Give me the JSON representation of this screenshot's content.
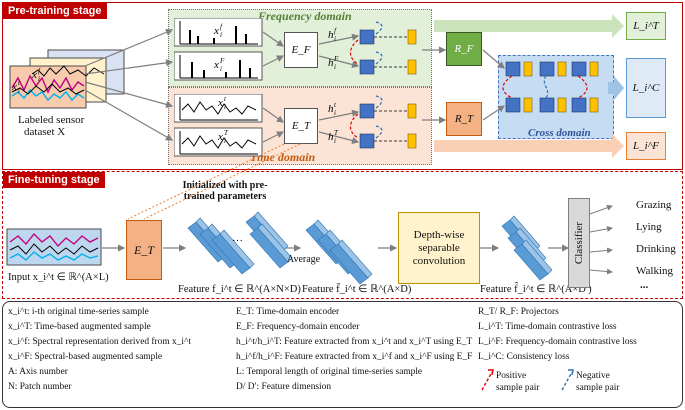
{
  "stages": {
    "pretraining": "Pre-training stage",
    "finetuning": "Fine-tuning stage"
  },
  "domains": {
    "frequency": "Frequency domain",
    "time": "Time domain",
    "cross": "Cross domain"
  },
  "pretraining": {
    "dataset_label_1": "Labeled sensor",
    "dataset_label_2": "dataset X",
    "encoder_freq": "E_F",
    "encoder_time": "E_T",
    "projector_freq": "R_F",
    "projector_time": "R_T",
    "losses": [
      "L_i^T",
      "L_i^C",
      "L_i^F"
    ]
  },
  "finetuning": {
    "init_note": "Initialized with pre-trained parameters",
    "input_label": "Input x_i^t ∈ ℝ^(A×L)",
    "encoder": "E_T",
    "feature_1": "Feature f_i^t ∈ ℝ^(A×N×D)",
    "average": "Average",
    "feature_2": "Feature f̄_i^t ∈ ℝ^(A×D)",
    "conv_label": "Depth-wise separable convolution",
    "feature_3": "Feature f̂_i^t ∈ ℝ^(A×D′)",
    "classifier": "Classifier",
    "classes": [
      "Grazing",
      "Lying",
      "Drinking",
      "Walking",
      "..."
    ]
  },
  "legend": {
    "col1": [
      "x_i^t: i-th original time-series sample",
      "x_i^T: Time-based augmented sample",
      "x_i^f: Spectral representation derived from x_i^t",
      "x_i^F: Spectral-based augmented sample",
      "A: Axis number",
      "N: Patch number"
    ],
    "col2": [
      "E_T: Time-domain encoder",
      "E_F: Frequency-domain encoder",
      "h_i^t/h_i^T: Feature extracted from x_i^t and x_i^T using E_T",
      "h_i^f/h_i^F: Feature extracted from x_i^f and x_i^F using E_F",
      "L: Temporal length of original time-series sample",
      "D/ D′: Feature dimension"
    ],
    "col3": [
      "R_T/ R_F: Projectors",
      "L_i^T: Time-domain contrastive loss",
      "L_i^F: Frequency-domain contrastive loss",
      "L_i^C: Consistency loss"
    ],
    "positive": "Positive sample pair",
    "negative": "Negative sample pair"
  },
  "colors": {
    "stage_red": "#c00000",
    "freq_green": "#e2efd9",
    "time_orange": "#fbe4d5",
    "cross_blue": "#c5dcf3",
    "encoder_orange": "#f4b183",
    "projector_green": "#70ad47",
    "conv_yellow": "#fff2cc",
    "block_blue": "#5b9bd5"
  }
}
